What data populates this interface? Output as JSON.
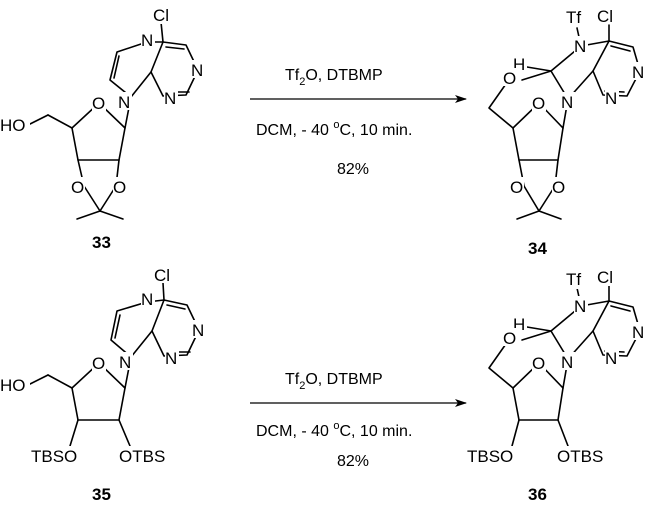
{
  "atoms": {
    "cl": "Cl",
    "n": "N",
    "o": "O",
    "ho": "HO",
    "h": "H",
    "tf": "Tf",
    "tbso": "TBSO",
    "otbs": "OTBS"
  },
  "reaction_1": {
    "reagent_main": "Tf",
    "reagent_sub": "2",
    "reagent_rest": "O, DTBMP",
    "conditions_main": "DCM, - 40 ",
    "conditions_sup": "o",
    "conditions_rest": "C, 10 min.",
    "yield": "82%",
    "reactant_label": "33",
    "product_label": "34"
  },
  "reaction_2": {
    "reagent_main": "Tf",
    "reagent_sub": "2",
    "reagent_rest": "O, DTBMP",
    "conditions_main": "DCM, - 40 ",
    "conditions_sup": "o",
    "conditions_rest": "C, 10 min.",
    "yield": "82%",
    "reactant_label": "35",
    "product_label": "36"
  }
}
